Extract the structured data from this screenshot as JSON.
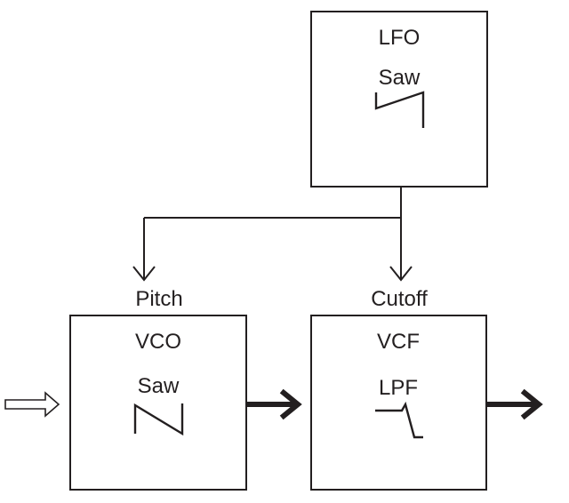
{
  "lfo": {
    "title": "LFO",
    "waveform": "Saw",
    "waveform_icon": "sawtooth-wave-icon"
  },
  "vco": {
    "title": "VCO",
    "waveform": "Saw",
    "waveform_icon": "sawtooth-wave-icon"
  },
  "vcf": {
    "title": "VCF",
    "filter": "LPF",
    "filter_icon": "lowpass-response-icon"
  },
  "modulation_targets": {
    "pitch": "Pitch",
    "cutoff": "Cutoff"
  },
  "colors": {
    "line": "#231f20",
    "background": "#ffffff"
  }
}
